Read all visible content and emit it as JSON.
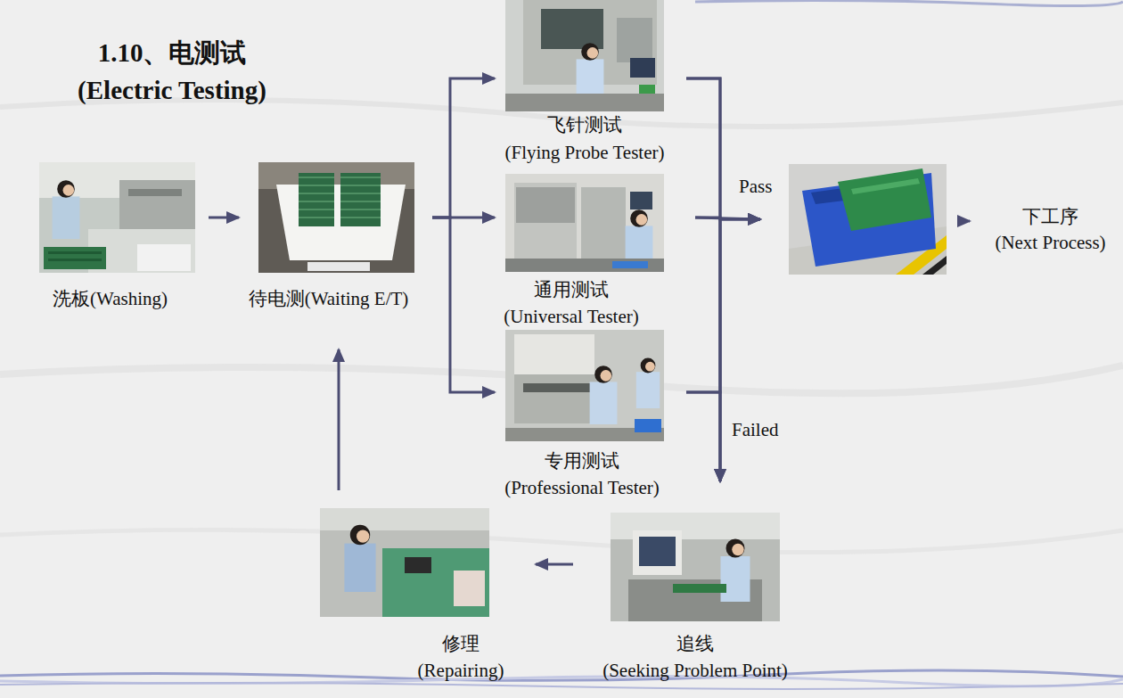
{
  "diagram": {
    "title": "1.10、电测试 (Electric Testing)",
    "nodes": [
      {
        "text": [
          "洗板(Washing)"
        ]
      },
      {
        "text": [
          "待电测(Waiting E/T)"
        ]
      },
      {
        "text": [
          "飞针测试",
          "(Flying Probe Tester)"
        ]
      },
      {
        "text": [
          "通用测试",
          "(Universal Tester)"
        ]
      },
      {
        "text": [
          "专用测试",
          "(Professional Tester)"
        ]
      },
      {
        "text": []
      },
      {
        "text": [
          "下工序",
          "(Next Process)"
        ]
      },
      {
        "text": [
          "追线",
          "(Seeking Problem Point)"
        ]
      },
      {
        "text": [
          "修理",
          "(Repairing)"
        ]
      }
    ],
    "edges": [
      {
        "from": 0,
        "to": 1,
        "arrow": "to"
      },
      {
        "from": 1,
        "to": 2,
        "arrow": "to"
      },
      {
        "from": 1,
        "to": 3,
        "arrow": "to"
      },
      {
        "from": 1,
        "to": 4,
        "arrow": "to"
      },
      {
        "from": 2,
        "to": 5,
        "arrow": "to"
      },
      {
        "from": 3,
        "to": 5,
        "label": "Pass",
        "arrow": "to"
      },
      {
        "from": 4,
        "to": 5,
        "arrow": "to"
      },
      {
        "from": 2,
        "to": 7,
        "arrow": "to"
      },
      {
        "from": 3,
        "to": 7,
        "arrow": "to"
      },
      {
        "from": 4,
        "to": 7,
        "label": "Failed",
        "arrow": "to"
      },
      {
        "from": 5,
        "to": 6,
        "arrow": "to"
      },
      {
        "from": 7,
        "to": 8,
        "arrow": "to"
      },
      {
        "from": 8,
        "to": 1,
        "arrow": "to"
      }
    ]
  }
}
